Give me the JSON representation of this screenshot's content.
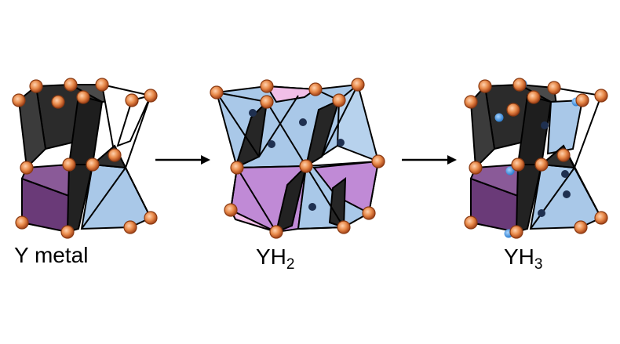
{
  "labels": {
    "y_metal": "Y metal",
    "yh2_base": "YH",
    "yh2_sub": "2",
    "yh3_base": "YH",
    "yh3_sub": "3"
  },
  "colors": {
    "y_atom": "#e07a3a",
    "h_atom_interstitial": "#1f3050",
    "h_atom_octahedral": "#3a8fe0",
    "black_face": "#2a2a2a",
    "blue_face": "#a9c8e8",
    "pink_face": "#f1bfe8",
    "purple_face": "#6e3e78"
  },
  "icons": {
    "arrow_1": "right-arrow-icon",
    "arrow_2": "right-arrow-icon"
  }
}
